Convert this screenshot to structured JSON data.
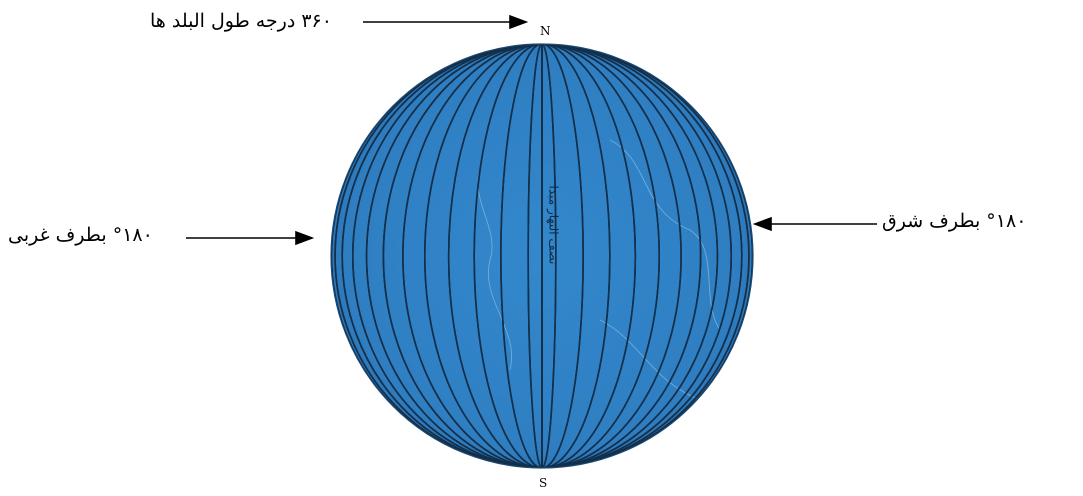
{
  "labels": {
    "top": "۳۶۰ درجه طول البلد ها",
    "left": "°۱۸۰ بطرف غربی",
    "right": "°۱۸۰ بطرف شرق",
    "meridian": "نصف النهار مبدا",
    "north_pole": "N",
    "south_pole": "S"
  },
  "colors": {
    "globe_fill": "#2f7ec2",
    "meridian_stroke": "#142f4a",
    "arrow": "#000000",
    "land_outline": "#7fb7e0"
  },
  "meridian_count": 24
}
